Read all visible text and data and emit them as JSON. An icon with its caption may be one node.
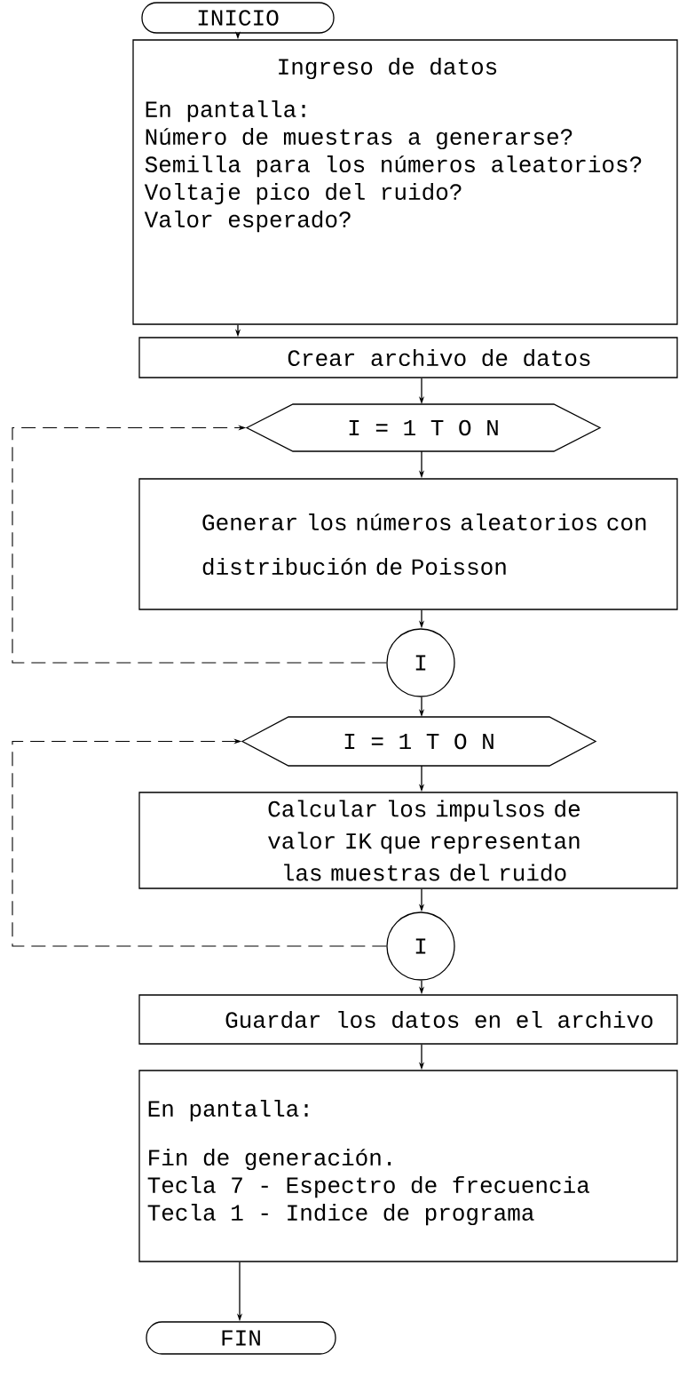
{
  "diagram": {
    "nodes": [
      {
        "text": [
          "INICIO"
        ]
      },
      {
        "text": [
          "Ingreso de datos",
          "En pantalla:",
          "Número de muestras a generarse?",
          "Semilla para los números aleatorios?",
          "Voltaje pico del ruido?",
          "Valor esperado?"
        ]
      },
      {
        "text": [
          "Crear archivo de datos"
        ]
      },
      {
        "text": [
          "I = 1 T O N"
        ]
      },
      {
        "text": [
          "Generar los números aleatorios con distribución de Poisson"
        ]
      },
      {
        "text": [
          "I"
        ]
      },
      {
        "text": [
          "I = 1 T O N"
        ]
      },
      {
        "text": [
          "Calcular los impulsos de valor IK que representan las muestras del ruido"
        ]
      },
      {
        "text": [
          "I"
        ]
      },
      {
        "text": [
          "Guardar los datos en el archivo"
        ]
      },
      {
        "text": [
          "En pantalla:",
          "Fin de generación.",
          "Tecla 7 - Espectro de frecuencia",
          "Tecla 1 - Indice de programa"
        ]
      },
      {
        "text": [
          "FIN"
        ]
      }
    ],
    "edges": [
      {
        "from": 0,
        "to": 1,
        "arrow": "to"
      },
      {
        "from": 1,
        "to": 2,
        "arrow": "to"
      },
      {
        "from": 2,
        "to": 3,
        "arrow": "to"
      },
      {
        "from": 3,
        "to": 4,
        "arrow": "to"
      },
      {
        "from": 4,
        "to": 5,
        "arrow": "to"
      },
      {
        "from": 5,
        "to": 6,
        "arrow": "to"
      },
      {
        "from": 6,
        "to": 7,
        "arrow": "to"
      },
      {
        "from": 7,
        "to": 8,
        "arrow": "to"
      },
      {
        "from": 8,
        "to": 9,
        "arrow": "to"
      },
      {
        "from": 9,
        "to": 10,
        "arrow": "to"
      },
      {
        "from": 10,
        "to": 11,
        "arrow": "to"
      },
      {
        "from": 5,
        "to": 3,
        "arrow": "to",
        "style": "dashed"
      },
      {
        "from": 8,
        "to": 6,
        "arrow": "to",
        "style": "dashed"
      }
    ]
  }
}
